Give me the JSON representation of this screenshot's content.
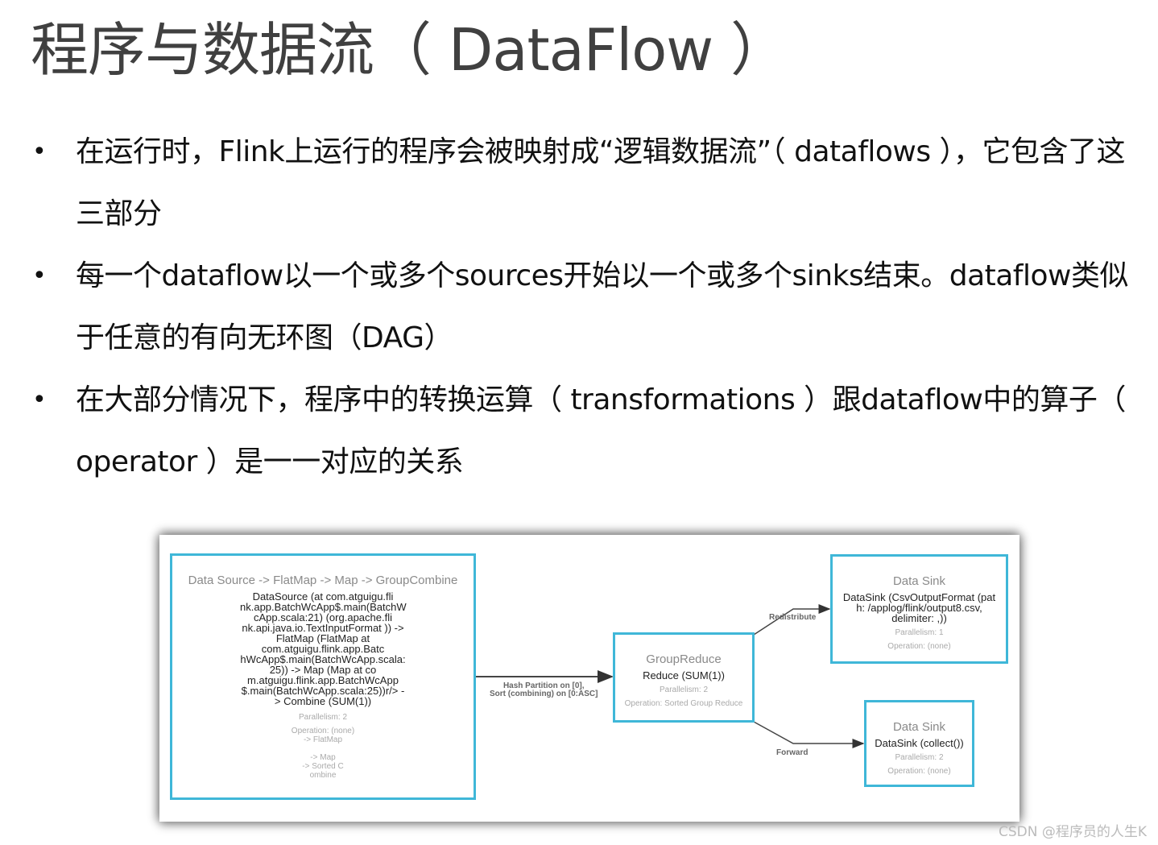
{
  "slide": {
    "title": "程序与数据流（ DataFlow ）",
    "bullets": [
      {
        "symbol": "•",
        "text": "在运行时，Flink上运行的程序会被映射成“逻辑数据流”（ dataflows ），它包含了这三部分"
      },
      {
        "symbol": "•",
        "text": "每一个dataflow以一个或多个sources开始以一个或多个sinks结束。dataflow类似于任意的有向无环图（DAG）"
      },
      {
        "symbol": "•",
        "text": "在大部分情况下，程序中的转换运算（ transformations ）跟dataflow中的算子（ operator ）是一一对应的关系"
      }
    ]
  },
  "diagram": {
    "border_color": "#3fb7d8",
    "nodes": {
      "source": {
        "title": "Data Source -> FlatMap -> Map -> GroupCombine",
        "desc": "DataSource (at com.atguigu.fli nk.app.BatchWcApp$.main(BatchW cApp.scala:21) (org.apache.fli nk.api.java.io.TextInputFormat )) -> FlatMap (FlatMap at com.atguigu.flink.app.Batc hWcApp$.main(BatchWcApp.scala: 25)) -> Map (Map at co m.atguigu.flink.app.BatchWcApp $.main(BatchWcApp.scala:25))r/> -> Combine (SUM(1))",
        "parallelism": "Parallelism: 2",
        "operation": "Operation: (none)\n-> FlatMap\n\n-> Map\n-> Sorted C\nombine"
      },
      "reduce": {
        "title": "GroupReduce",
        "desc": "Reduce (SUM(1))",
        "parallelism": "Parallelism: 2",
        "operation": "Operation: Sorted Group Reduce"
      },
      "sink_csv": {
        "title": "Data Sink",
        "desc": "DataSink (CsvOutputFormat (pat h: /applog/flink/output8.csv, delimiter: ,))",
        "parallelism": "Parallelism: 1",
        "operation": "Operation: (none)"
      },
      "sink_collect": {
        "title": "Data Sink",
        "desc": "DataSink (collect())",
        "parallelism": "Parallelism: 2",
        "operation": "Operation: (none)"
      }
    },
    "edges": {
      "hash_line1": "Hash Partition on [0],",
      "hash_line2": "Sort (combining) on [0:ASC]",
      "redistribute": "Redistribute",
      "forward": "Forward"
    }
  },
  "watermark": "CSDN @程序员的人生K"
}
